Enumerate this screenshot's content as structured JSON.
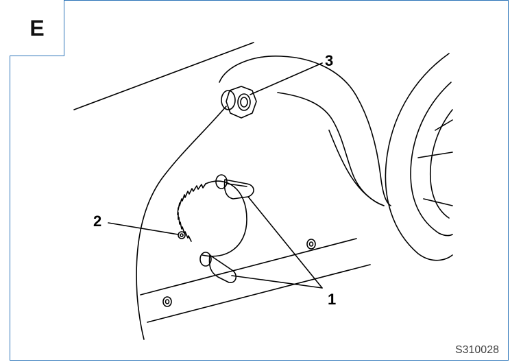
{
  "section": {
    "letter": "E"
  },
  "callouts": {
    "one": "1",
    "two": "2",
    "three": "3"
  },
  "figure_code": "S310028",
  "colors": {
    "frame_border": "#2a73b8",
    "line_art": "#000000"
  },
  "icons": [
    "height-adjust-knob-icon",
    "locking-lever-icon",
    "indicator-pin-icon",
    "toothed-adjuster-disc-icon",
    "rear-wheel-icon"
  ]
}
